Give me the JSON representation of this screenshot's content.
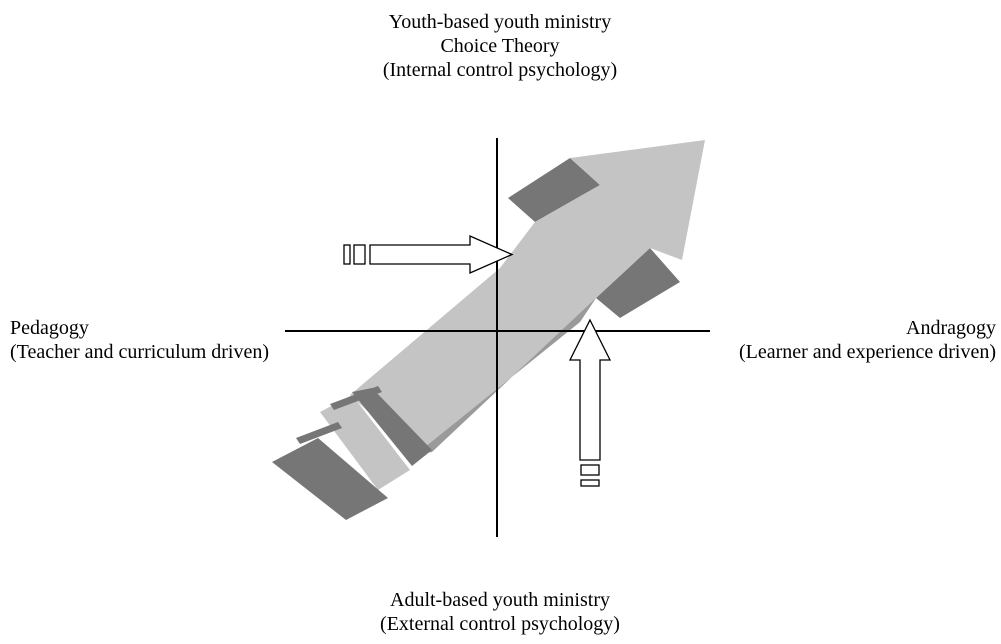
{
  "top": {
    "line1": "Youth-based youth ministry",
    "line2": "Choice Theory",
    "line3": "(Internal control psychology)"
  },
  "bottom": {
    "line1": "Adult-based youth ministry",
    "line2": "(External control psychology)"
  },
  "left": {
    "line1": "Pedagogy",
    "line2": "(Teacher and curriculum driven)"
  },
  "right": {
    "line1": "Andragogy",
    "line2": "(Learner and experience driven)"
  },
  "colors": {
    "axis": "#000000",
    "arrow_light": "#c4c4c4",
    "arrow_dark": "#767676",
    "arrow_mid": "#9a9a9a",
    "outline_arrow_fill": "#ffffff",
    "outline_arrow_stroke": "#000000"
  }
}
